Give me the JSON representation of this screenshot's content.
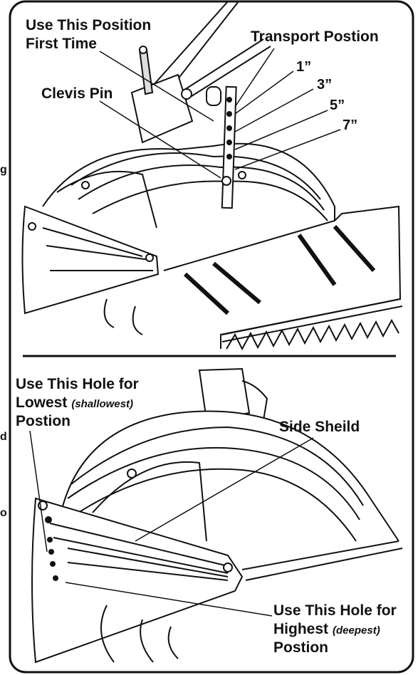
{
  "top_panel": {
    "callout_first_time": [
      "Use This Position",
      "First Time"
    ],
    "callout_transport": "Transport Postion",
    "callout_clevis": "Clevis Pin",
    "depth_labels": [
      "1”",
      "3”",
      "5”",
      "7”"
    ]
  },
  "bottom_panel": {
    "callout_lowest": {
      "line1": "Use This Hole for",
      "line2_prefix": "Lowest",
      "line2_italic": "(shallowest)",
      "line3": "Postion"
    },
    "callout_side_shield": "Side Sheild",
    "callout_highest": {
      "line1": "Use This Hole for",
      "line2_prefix": "Highest",
      "line2_italic": "(deepest)",
      "line3": "Postion"
    }
  },
  "edge_fragments": [
    "g",
    "d",
    "o"
  ]
}
